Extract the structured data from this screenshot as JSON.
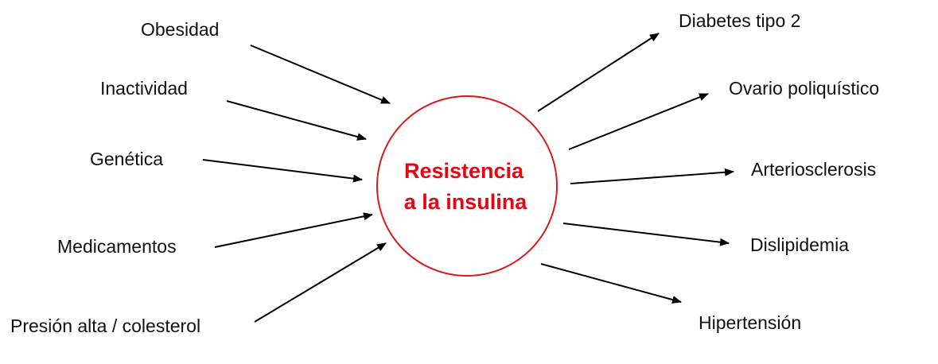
{
  "center": {
    "line1": "Resistencia",
    "line2": "a la insulina",
    "color": "#e30613"
  },
  "causes": [
    "Obesidad",
    "Inactividad",
    "Genética",
    "Medicamentos",
    "Presión alta / colesterol"
  ],
  "consequences": [
    "Diabetes tipo 2",
    "Ovario poliquístico",
    "Arteriosclerosis",
    "Dislipidemia",
    "Hipertensión"
  ]
}
